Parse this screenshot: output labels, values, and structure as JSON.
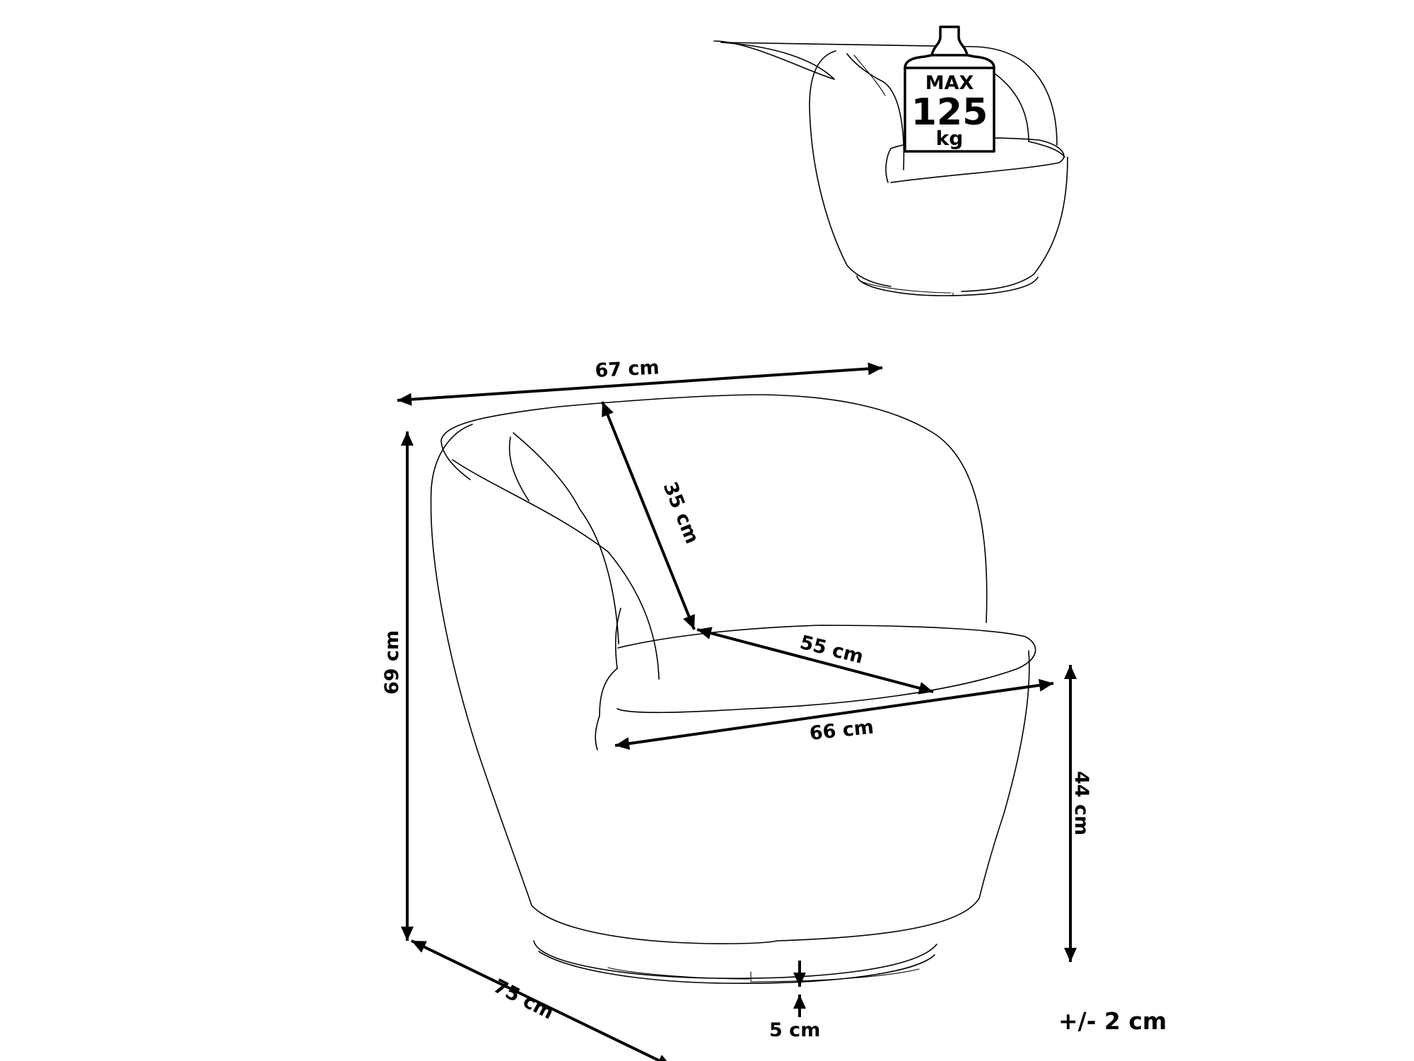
{
  "weight_badge": {
    "max": "MAX",
    "value": "125",
    "unit": "kg"
  },
  "dimensions": {
    "width": "67 cm",
    "height": "69 cm",
    "depth": "75 cm",
    "backrest_height": "35 cm",
    "seat_depth": "55 cm",
    "seat_width": "66 cm",
    "seat_height": "44 cm",
    "base_height": "5 cm"
  },
  "tolerance": "+/- 2 cm"
}
